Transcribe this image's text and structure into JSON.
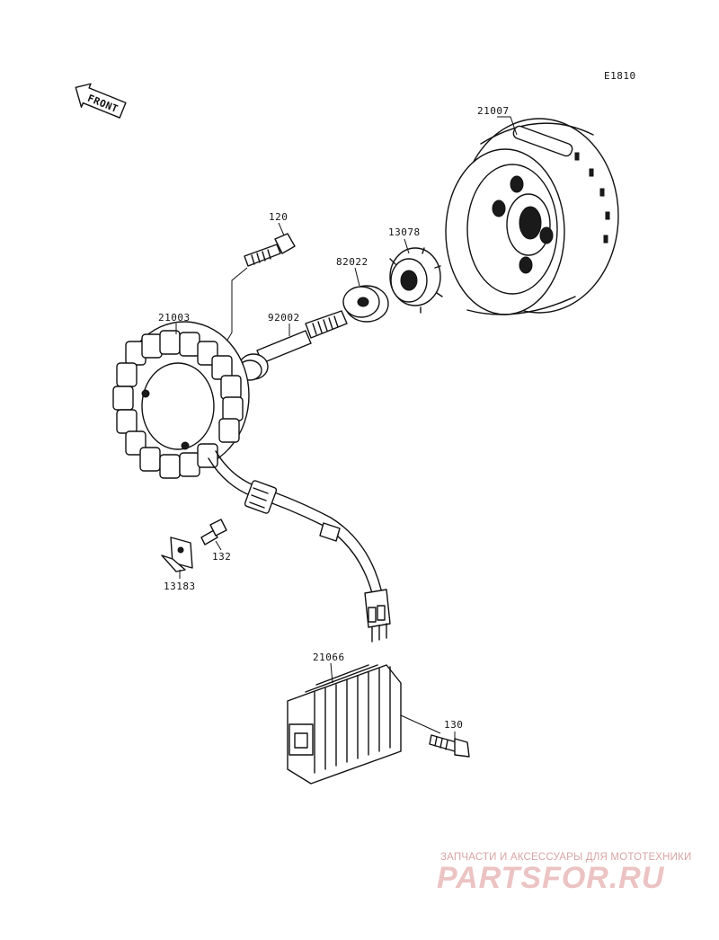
{
  "diagram": {
    "code": "E1810",
    "direction_label": "FRONT",
    "parts": [
      {
        "key": "flywheel",
        "number": "21007"
      },
      {
        "key": "bolt_top",
        "number": "120"
      },
      {
        "key": "gear",
        "number": "13078"
      },
      {
        "key": "washer",
        "number": "82022"
      },
      {
        "key": "stator",
        "number": "21003"
      },
      {
        "key": "shaft",
        "number": "92002"
      },
      {
        "key": "bolt_small",
        "number": "132"
      },
      {
        "key": "bracket",
        "number": "13183"
      },
      {
        "key": "regulator",
        "number": "21066"
      },
      {
        "key": "bolt_reg",
        "number": "130"
      }
    ]
  },
  "watermark": {
    "tagline": "ЗАПЧАСТИ И АКСЕССУАРЫ ДЛЯ МОТОТЕХНИКИ",
    "brand": "PARTSFOR.RU"
  }
}
